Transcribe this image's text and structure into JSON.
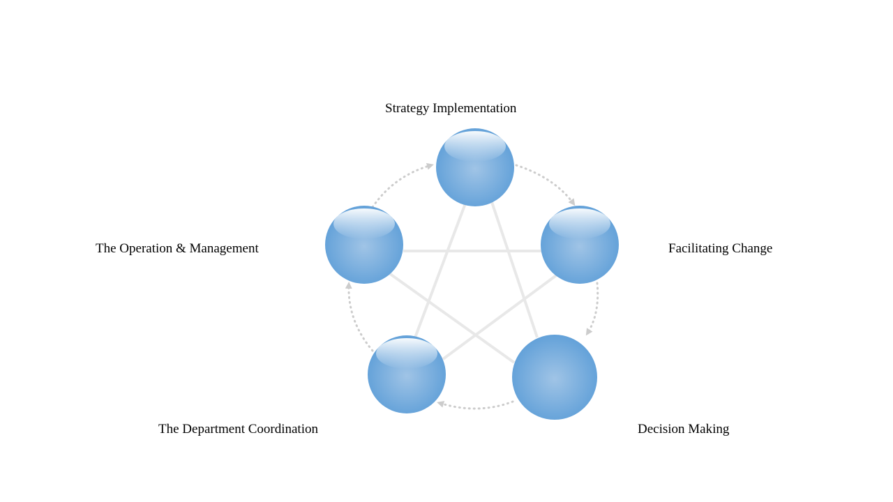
{
  "diagram": {
    "nodes": [
      {
        "label": "Strategy Implementation"
      },
      {
        "label": "Facilitating Change"
      },
      {
        "label": "Decision Making"
      },
      {
        "label": "The Department Coordination"
      },
      {
        "label": "The Operation & Management"
      }
    ],
    "colors": {
      "node": "#5f9fd8",
      "node_center": "#a0c4e6",
      "line": "#e8e8e8",
      "arrow": "#cccccc"
    }
  }
}
